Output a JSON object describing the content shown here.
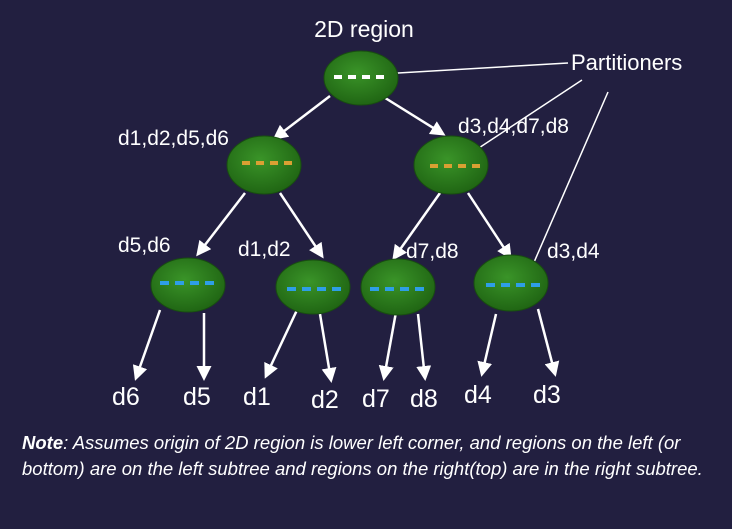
{
  "diagram": {
    "title": "2D region",
    "partitioners_label": "Partitioners",
    "internal_labels": {
      "root_left": "d1,d2,d5,d6",
      "root_right": "d3,d4,d7,d8",
      "l1": "d5,d6",
      "l2": "d1,d2",
      "r1": "d7,d8",
      "r2": "d3,d4"
    },
    "leaves": [
      "d6",
      "d5",
      "d1",
      "d2",
      "d7",
      "d8",
      "d4",
      "d3"
    ],
    "colors": {
      "background": "#221f40",
      "node_fill": "#2a7a1c",
      "root_partition": "#ffffff",
      "level1_partition": "#d9a033",
      "level2_partition": "#2e9ee6",
      "edge": "#ffffff"
    }
  },
  "note": {
    "prefix": "Note",
    "text": ": Assumes  origin of 2D region is lower left corner, and regions on the left (or bottom) are on the left subtree and regions on the right(top) are in the right subtree."
  }
}
